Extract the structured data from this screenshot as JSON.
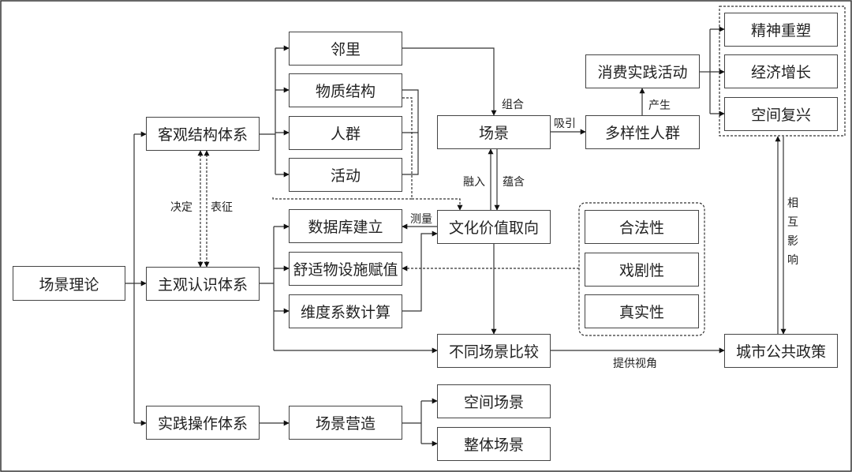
{
  "nodes": {
    "scene_theory": "场景理论",
    "objective_system": "客观结构体系",
    "subjective_system": "主观认识体系",
    "practice_system": "实践操作体系",
    "neighborhood": "邻里",
    "material_structure": "物质结构",
    "crowd": "人群",
    "activity": "活动",
    "database": "数据库建立",
    "amenity": "舒适物设施赋值",
    "dimension": "维度系数计算",
    "scene_making": "场景营造",
    "scene": "场景",
    "cultural_value": "文化价值取向",
    "compare": "不同场景比较",
    "space_scene": "空间场景",
    "whole_scene": "整体场景",
    "consumption": "消费实践活动",
    "diverse_crowd": "多样性人群",
    "spirit": "精神重塑",
    "economy": "经济增长",
    "revival": "空间复兴",
    "legitimacy": "合法性",
    "theatricality": "戏剧性",
    "authenticity": "真实性",
    "policy": "城市公共政策"
  },
  "labels": {
    "decide": "决定",
    "represent": "表征",
    "combine": "组合",
    "attract": "吸引",
    "produce": "产生",
    "integrate": "融入",
    "contain": "蕴含",
    "measure": "测量",
    "perspective": "提供视角",
    "mutual": "相互影响"
  }
}
